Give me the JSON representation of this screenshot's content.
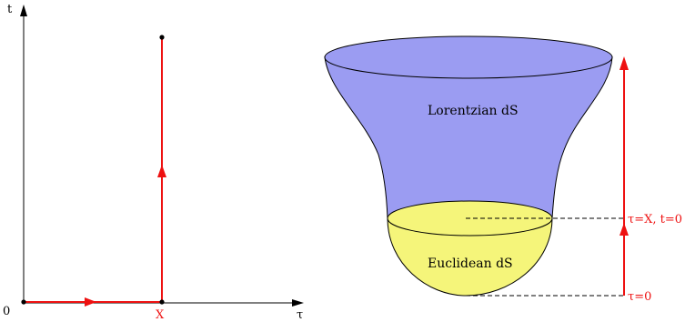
{
  "left_plot": {
    "axis_vertical_label": "t",
    "axis_horizontal_label": "τ",
    "origin_label": "0",
    "point_label": "X"
  },
  "right_diagram": {
    "upper_region_label": "Lorentzian dS",
    "lower_region_label": "Euclidean dS",
    "junction_label": "τ=X, t=0",
    "bottom_label": "τ=0"
  },
  "colors": {
    "path": "#ee1111",
    "lorentzian_fill": "#9b9cf2",
    "euclidean_fill": "#f5f57a",
    "axis": "#000000"
  }
}
